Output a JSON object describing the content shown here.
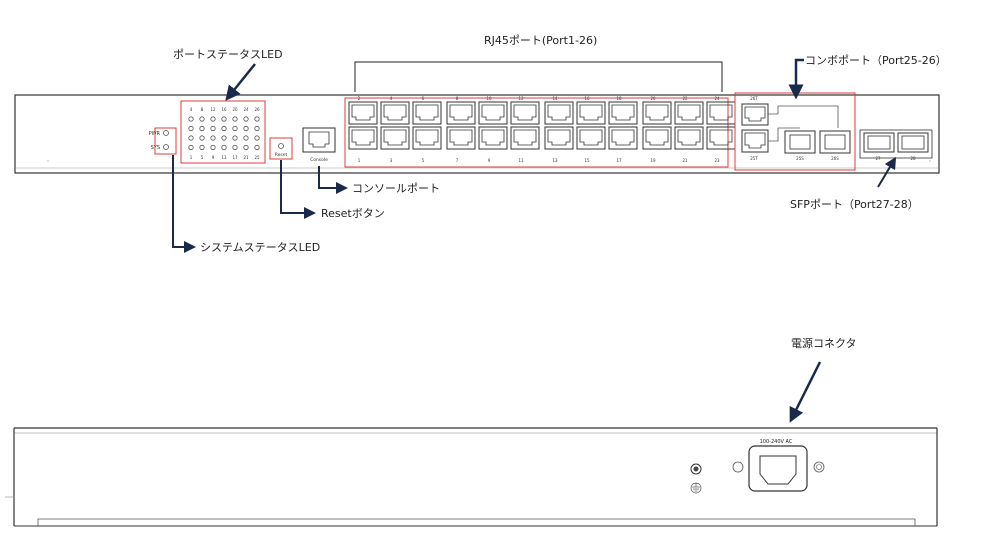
{
  "labels": {
    "port_status_led": "ポートステータスLED",
    "rj45_ports": "RJ45ポート(Port1-26)",
    "combo_ports": "コンボポート（Port25-26）",
    "console_port": "コンソールポート",
    "reset_button": "Resetボタン",
    "system_status_led": "システムステータスLED",
    "sfp_ports": "SFPポート（Port27-28）",
    "power_connector": "電源コネクタ"
  },
  "front_panel": {
    "pwr": "PWR",
    "sys": "SYS",
    "reset": "Reset",
    "console": "Console",
    "led_top_numbers": [
      "4",
      "8",
      "12",
      "16",
      "20",
      "24",
      "26"
    ],
    "led_bottom_numbers": [
      "1",
      "5",
      "9",
      "13",
      "17",
      "21",
      "25"
    ],
    "port_top_numbers": [
      "2",
      "4",
      "6",
      "8",
      "10",
      "12",
      "14",
      "16",
      "18",
      "20",
      "22",
      "24"
    ],
    "port_bottom_numbers": [
      "1",
      "3",
      "5",
      "7",
      "9",
      "11",
      "13",
      "15",
      "17",
      "19",
      "21",
      "23"
    ],
    "combo_top": "26T",
    "combo_bottom": "25T",
    "sfp_combo_labels": [
      "25S",
      "26S"
    ],
    "sfp_labels": [
      "27",
      "28"
    ]
  },
  "rear_panel": {
    "voltage": "100-240V  AC"
  }
}
